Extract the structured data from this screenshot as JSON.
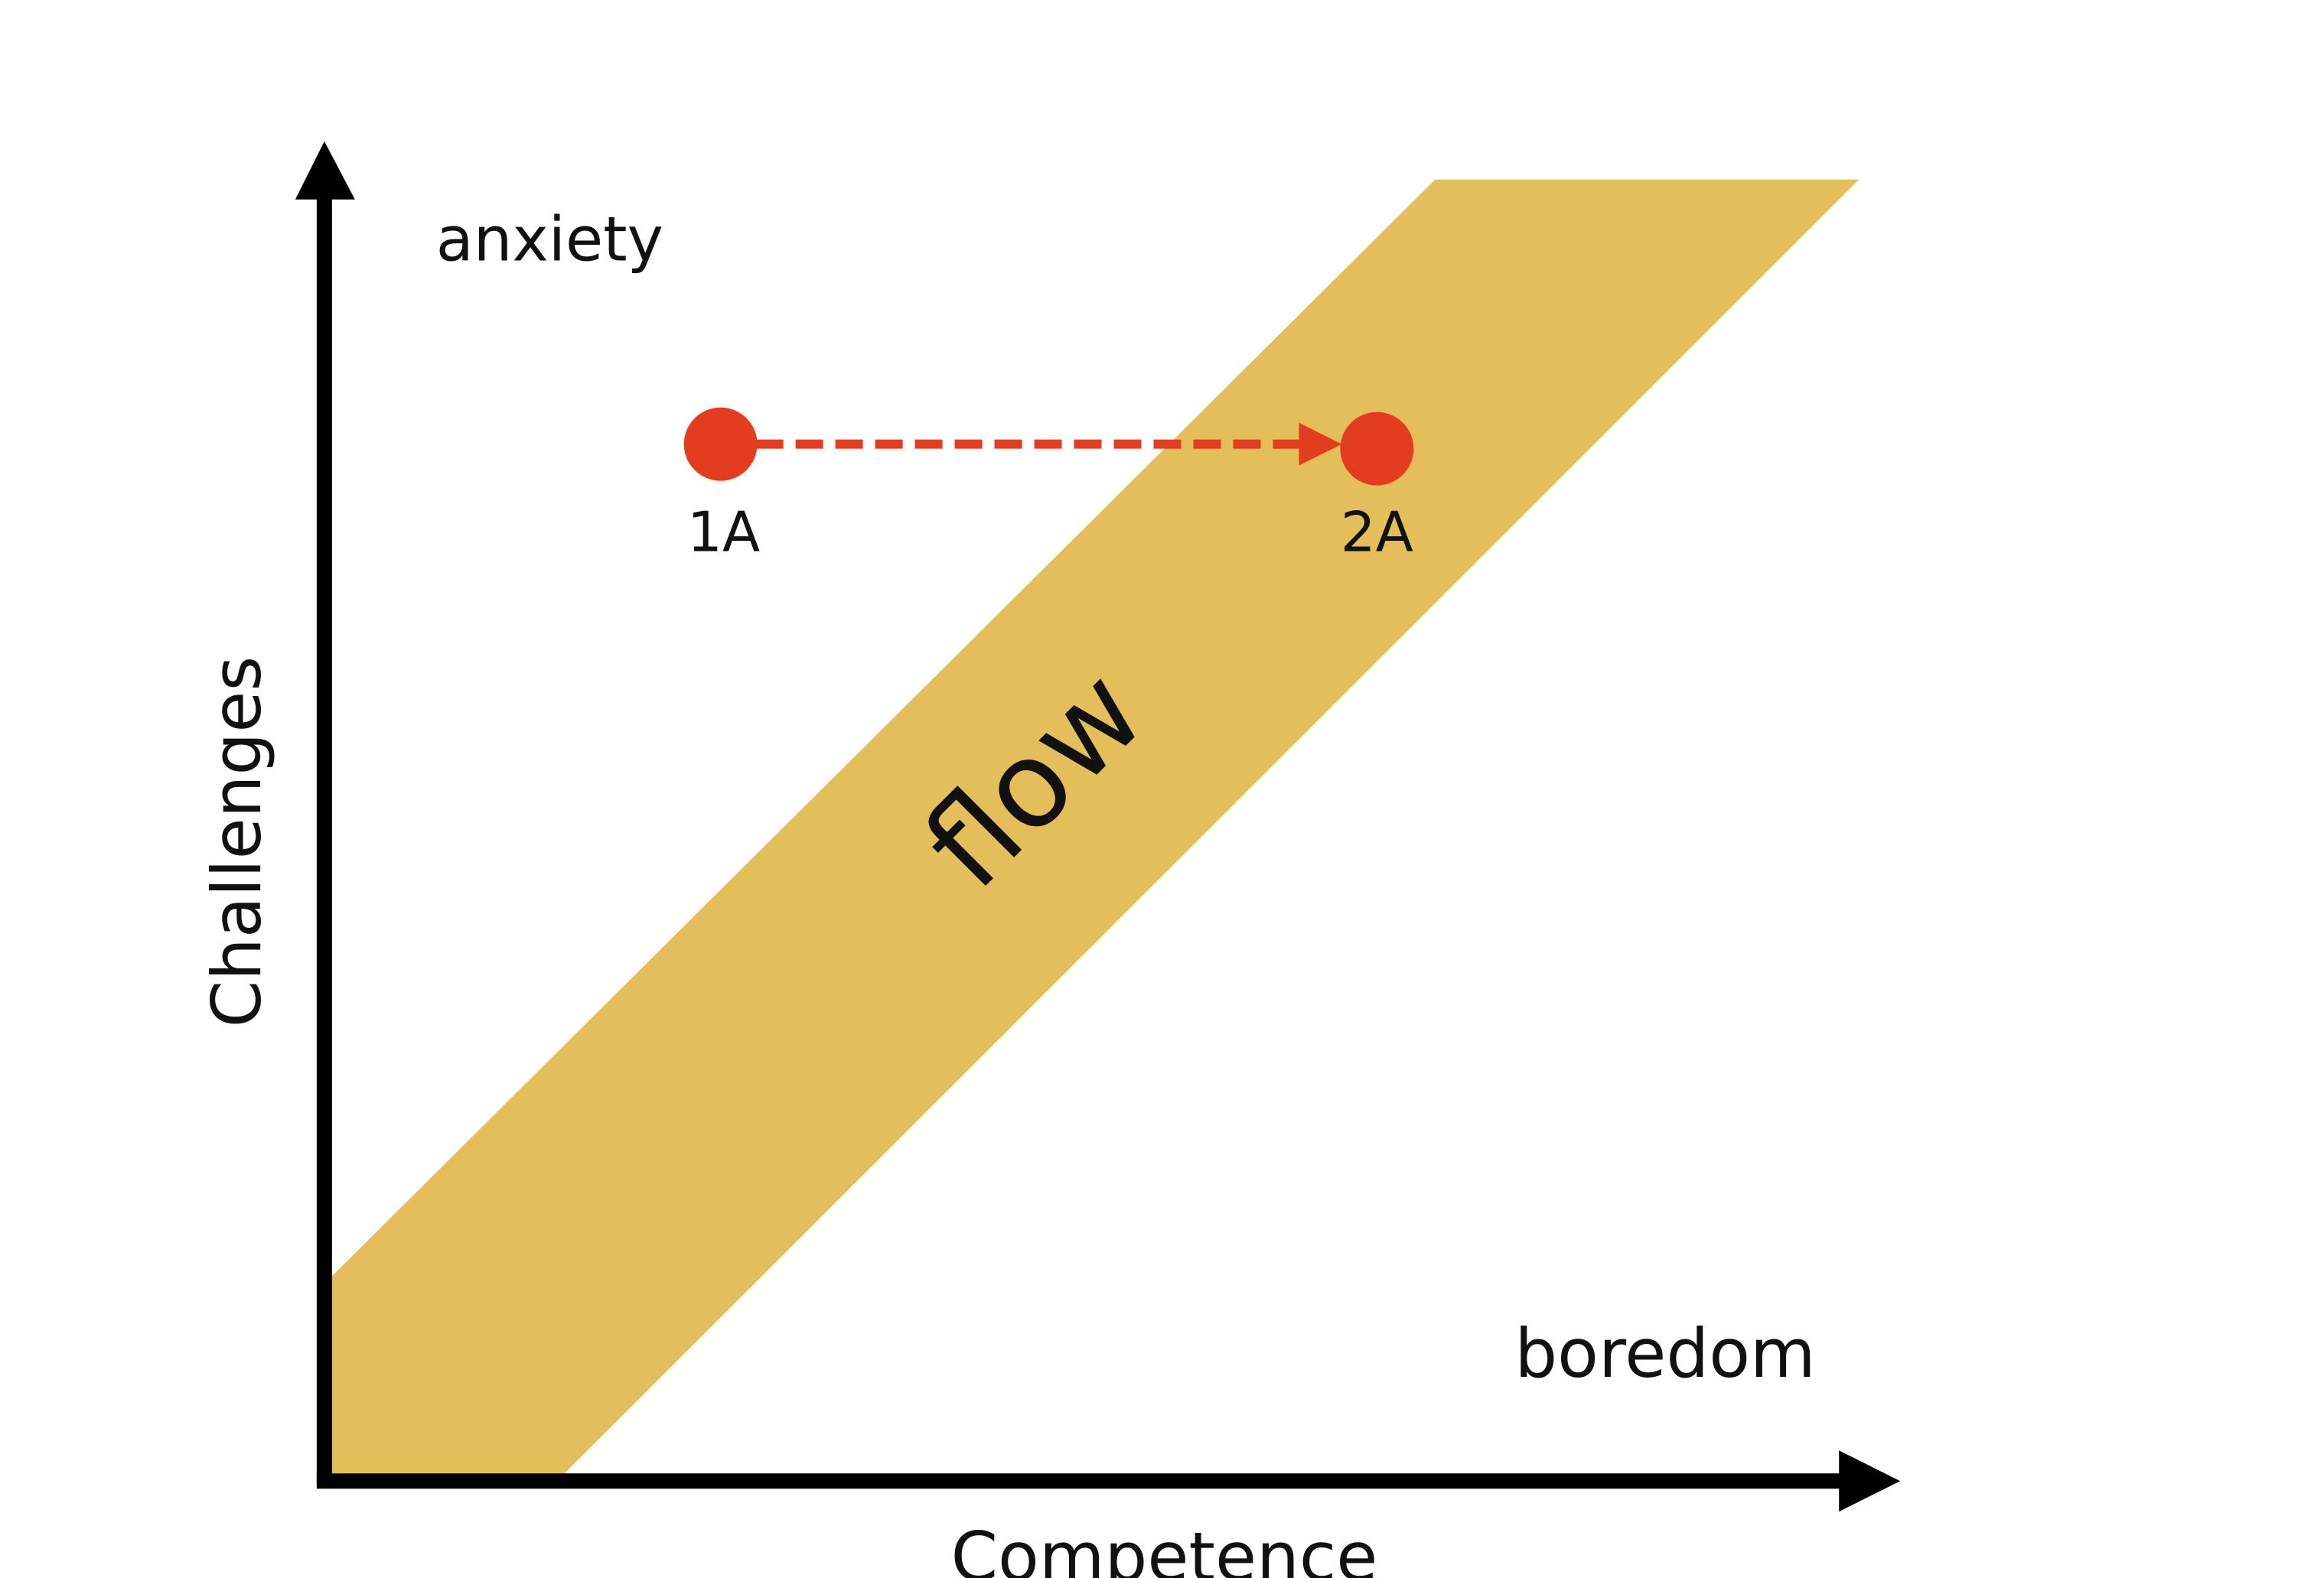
{
  "diagram": {
    "x_axis_label": "Competence",
    "y_axis_label": "Challenges",
    "region_anxiety_label": "anxiety",
    "region_boredom_label": "boredom",
    "band_label": "flow",
    "point_start_label": "1A",
    "point_end_label": "2A"
  },
  "colors": {
    "flow_band": "#E3BE5A",
    "point": "#E23D1F",
    "arrow": "#E23D1F",
    "axis": "#000000",
    "text": "#111111",
    "background": "#FFFFFF"
  }
}
